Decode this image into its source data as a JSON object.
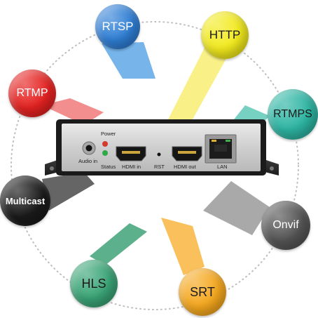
{
  "protocols": [
    {
      "key": "rtsp",
      "label": "RTSP",
      "color": "#2f7fd6"
    },
    {
      "key": "http",
      "label": "HTTP",
      "color": "#f2ea1c"
    },
    {
      "key": "rtmps",
      "label": "RTMPS",
      "color": "#2db5a3"
    },
    {
      "key": "onvif",
      "label": "Onvif",
      "color": "#555555"
    },
    {
      "key": "srt",
      "label": "SRT",
      "color": "#f6a81e"
    },
    {
      "key": "hls",
      "label": "HLS",
      "color": "#3aa576"
    },
    {
      "key": "multicast",
      "label": "Multicast",
      "color": "#1a1a1a"
    },
    {
      "key": "rtmp",
      "label": "RTMP",
      "color": "#e52221"
    }
  ],
  "device": {
    "power_label": "Power",
    "status_label": "Status",
    "audio_label": "Audio in",
    "hdmi_in_label": "HDMI in",
    "rst_label": "RST",
    "hdmi_out_label": "HDMI out",
    "lan_label": "LAN",
    "power_led_color": "#d23a2e",
    "status_led_color": "#2fa84a"
  }
}
